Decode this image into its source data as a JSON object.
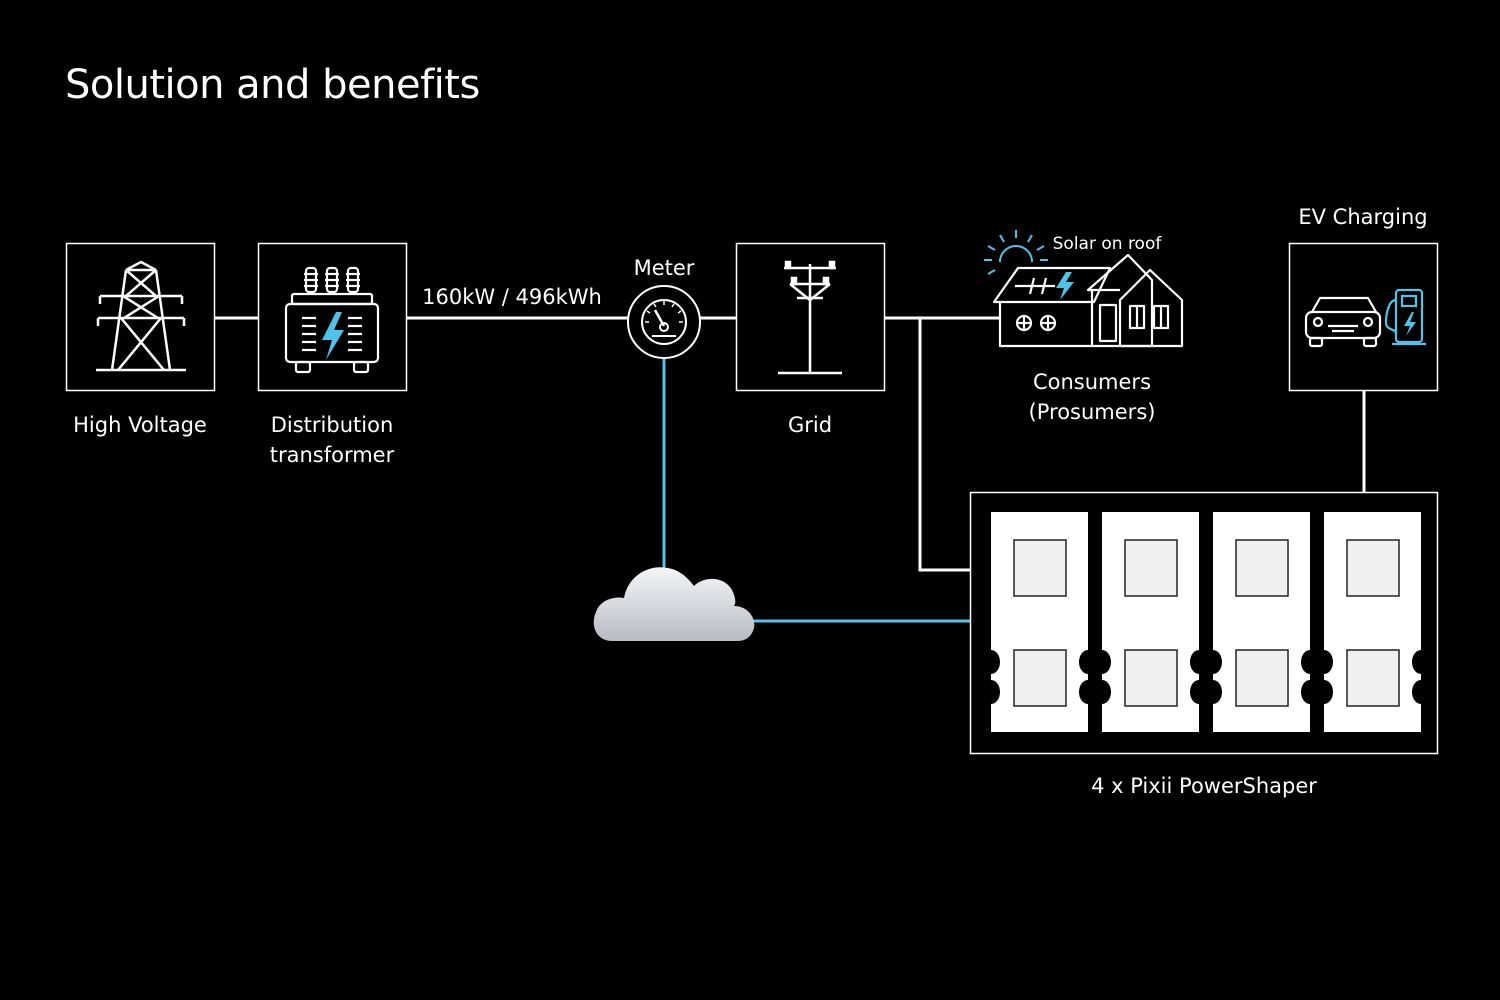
{
  "title": "Solution and benefits",
  "nodes": {
    "high_voltage": {
      "label": "High Voltage"
    },
    "transformer": {
      "label_line1": "Distribution",
      "label_line2": "transformer"
    },
    "capacity": {
      "label": "160kW / 496kWh"
    },
    "meter": {
      "label": "Meter"
    },
    "grid": {
      "label": "Grid"
    },
    "consumers": {
      "label_line1": "Consumers",
      "label_line2": "(Prosumers)",
      "solar_label": "Solar on roof"
    },
    "ev": {
      "label": "EV Charging"
    },
    "powershaper": {
      "label": "4 x Pixii PowerShaper",
      "count": 4
    }
  },
  "colors": {
    "background": "#000000",
    "foreground": "#ffffff",
    "accent": "#4fc3e8",
    "cloud": "#d9dbde"
  },
  "icons": [
    "transmission-tower-icon",
    "transformer-icon",
    "meter-gauge-icon",
    "utility-pole-icon",
    "house-solar-icon",
    "sun-icon",
    "ev-car-icon",
    "charging-station-icon",
    "cloud-icon"
  ]
}
